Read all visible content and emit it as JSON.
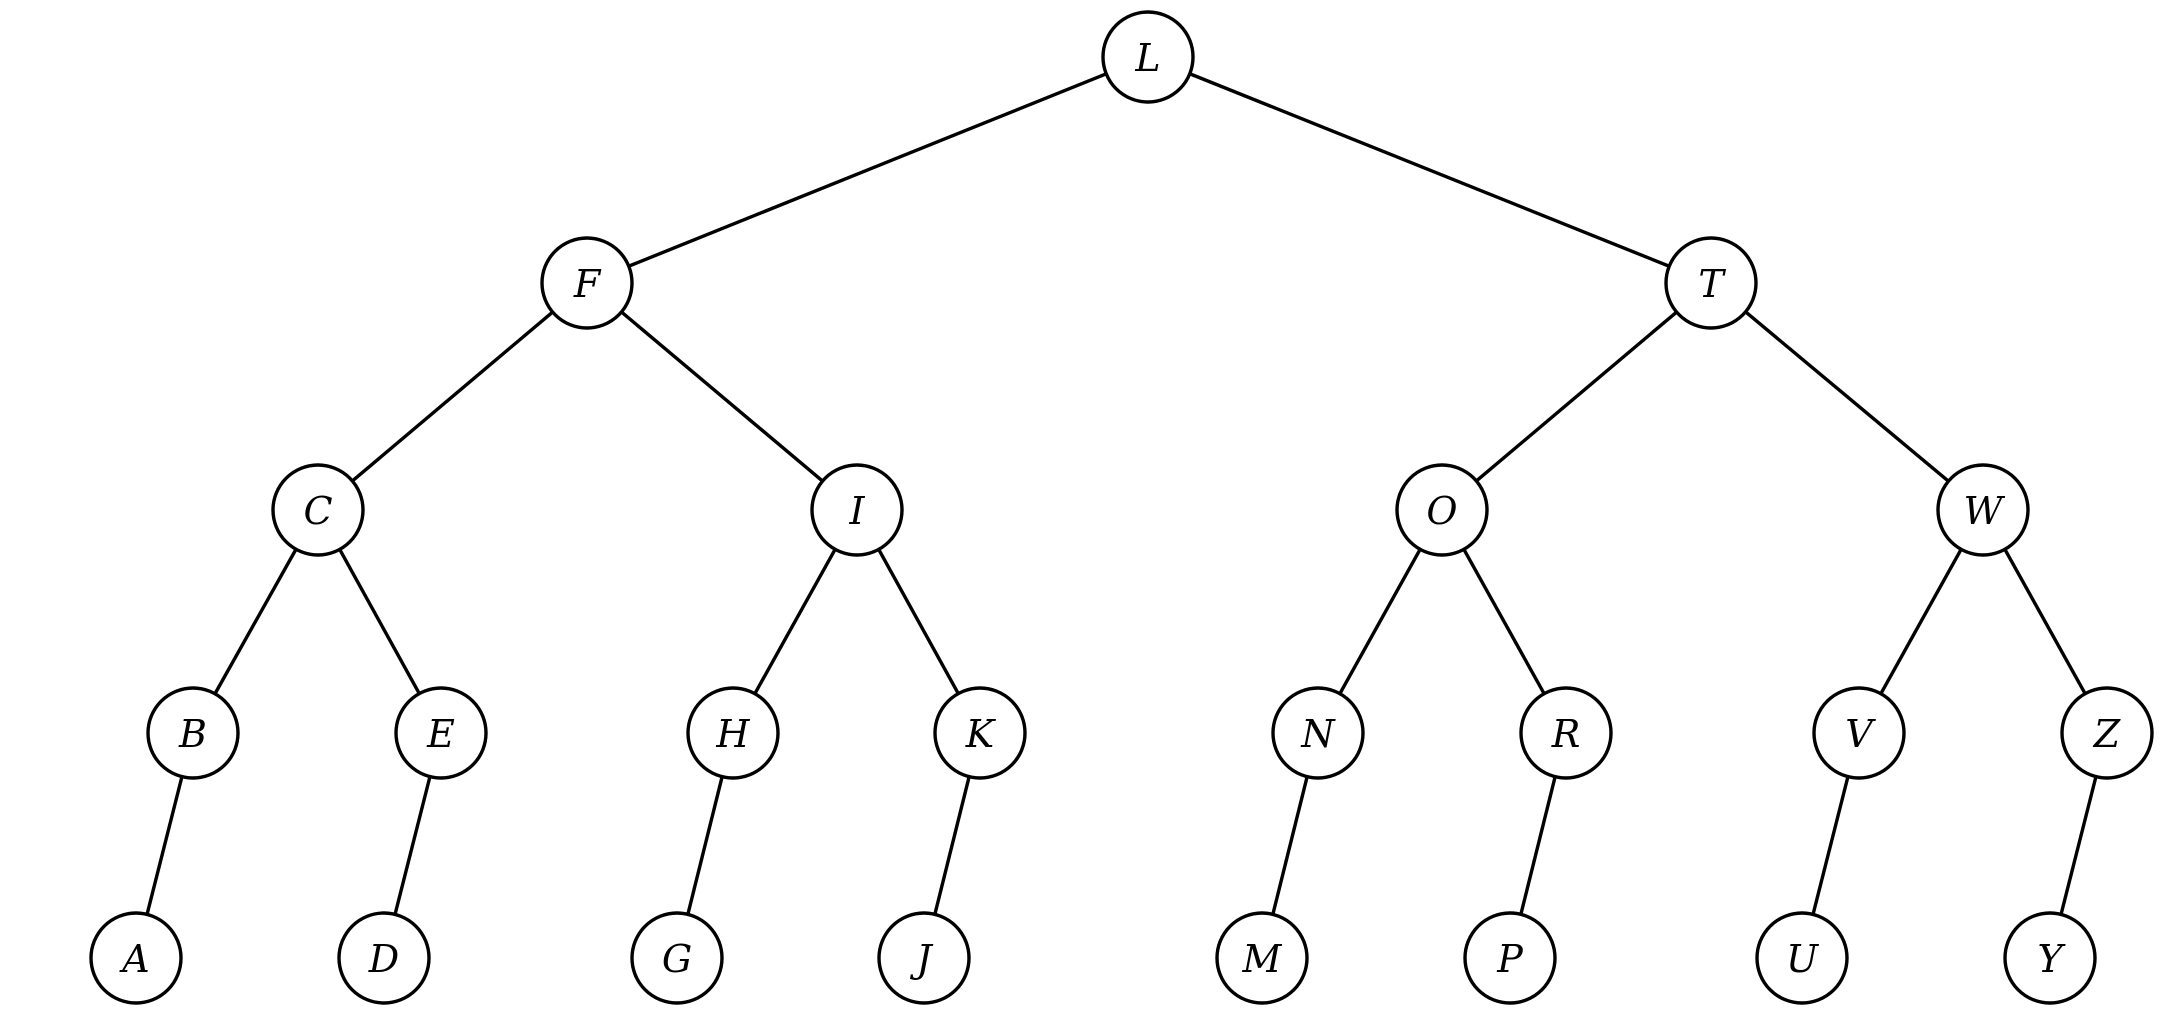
{
  "nodes": [
    {
      "id": "L",
      "label": "L"
    },
    {
      "id": "F",
      "label": "F"
    },
    {
      "id": "T",
      "label": "T"
    },
    {
      "id": "C",
      "label": "C"
    },
    {
      "id": "I",
      "label": "I"
    },
    {
      "id": "O",
      "label": "O"
    },
    {
      "id": "W",
      "label": "W"
    },
    {
      "id": "B",
      "label": "B"
    },
    {
      "id": "E",
      "label": "E"
    },
    {
      "id": "H",
      "label": "H"
    },
    {
      "id": "K",
      "label": "K"
    },
    {
      "id": "N",
      "label": "N"
    },
    {
      "id": "R",
      "label": "R"
    },
    {
      "id": "V",
      "label": "V"
    },
    {
      "id": "Z",
      "label": "Z"
    },
    {
      "id": "A",
      "label": "A"
    },
    {
      "id": "D",
      "label": "D"
    },
    {
      "id": "G",
      "label": "G"
    },
    {
      "id": "J",
      "label": "J"
    },
    {
      "id": "M",
      "label": "M"
    },
    {
      "id": "P",
      "label": "P"
    },
    {
      "id": "U",
      "label": "U"
    },
    {
      "id": "Y",
      "label": "Y"
    }
  ],
  "edges": [
    [
      "L",
      "F"
    ],
    [
      "L",
      "T"
    ],
    [
      "F",
      "C"
    ],
    [
      "F",
      "I"
    ],
    [
      "T",
      "O"
    ],
    [
      "T",
      "W"
    ],
    [
      "C",
      "B"
    ],
    [
      "C",
      "E"
    ],
    [
      "I",
      "H"
    ],
    [
      "I",
      "K"
    ],
    [
      "O",
      "N"
    ],
    [
      "O",
      "R"
    ],
    [
      "W",
      "V"
    ],
    [
      "W",
      "Z"
    ],
    [
      "B",
      "A"
    ],
    [
      "E",
      "D"
    ],
    [
      "H",
      "G"
    ],
    [
      "K",
      "J"
    ],
    [
      "N",
      "M"
    ],
    [
      "R",
      "P"
    ],
    [
      "V",
      "U"
    ],
    [
      "Z",
      "Y"
    ]
  ]
}
